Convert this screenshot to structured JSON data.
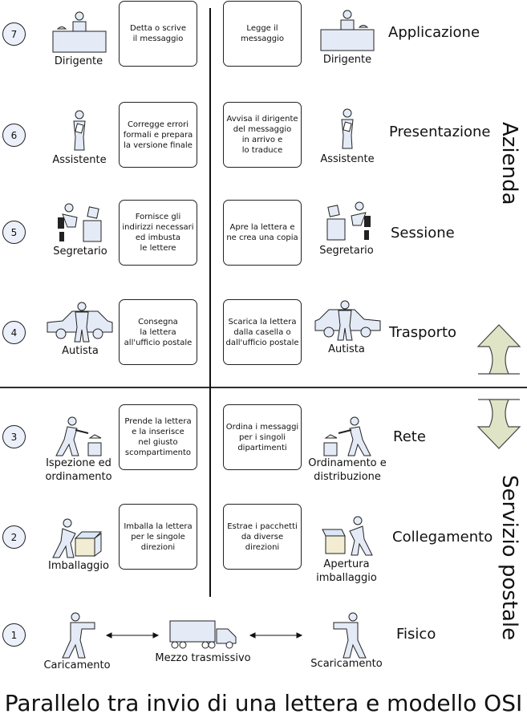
{
  "layers": [
    {
      "num": "7",
      "left_text": "Detta o scrive\nil messaggio",
      "right_text": "Legge il\nmessaggio",
      "left_label": "Dirigente",
      "right_label": "Dirigente",
      "name": "Applicazione"
    },
    {
      "num": "6",
      "left_text": "Corregge errori\nformali e prepara\nla versione finale",
      "right_text": "Avvisa il dirigente\ndel messaggio\nin arrivo e\nlo traduce",
      "left_label": "Assistente",
      "right_label": "Assistente",
      "name": "Presentazione"
    },
    {
      "num": "5",
      "left_text": "Fornisce gli\nindirizzi necessari\ned imbusta\nle lettere",
      "right_text": "Apre la lettera e\nne crea una copia",
      "left_label": "Segretario",
      "right_label": "Segretario",
      "name": "Sessione"
    },
    {
      "num": "4",
      "left_text": "Consegna\nla lettera\nall'ufficio postale",
      "right_text": "Scarica la lettera\ndalla casella o\ndall'ufficio postale",
      "left_label": "Autista",
      "right_label": "Autista",
      "name": "Trasporto"
    },
    {
      "num": "3",
      "left_text": "Prende la lettera\ne la inserisce\nnel giusto\nscompartimento",
      "right_text": "Ordina i messaggi\nper i singoli\ndipartimenti",
      "left_label": "Ispezione ed\nordinamento",
      "right_label": "Ordinamento e\ndistribuzione",
      "name": "Rete"
    },
    {
      "num": "2",
      "left_text": "Imballa la lettera\nper le singole\ndirezioni",
      "right_text": "Estrae i pacchetti\nda diverse\ndirezioni",
      "left_label": "Imballaggio",
      "right_label": "Apertura\nimballaggio",
      "name": "Collegamento"
    },
    {
      "num": "1",
      "left_label": "Caricamento",
      "right_label": "Scaricamento",
      "middle_label": "Mezzo trasmissivo",
      "name": "Fisico"
    }
  ],
  "groups": {
    "upper": "Azienda",
    "lower": "Servizio postale"
  },
  "title": "Parallelo tra invio di una lettera e modello OSI",
  "colors": {
    "circle_fill": "#ecf0fa",
    "figure_fill": "#e4ebf6",
    "arrow_fill": "#dfe4c6"
  }
}
